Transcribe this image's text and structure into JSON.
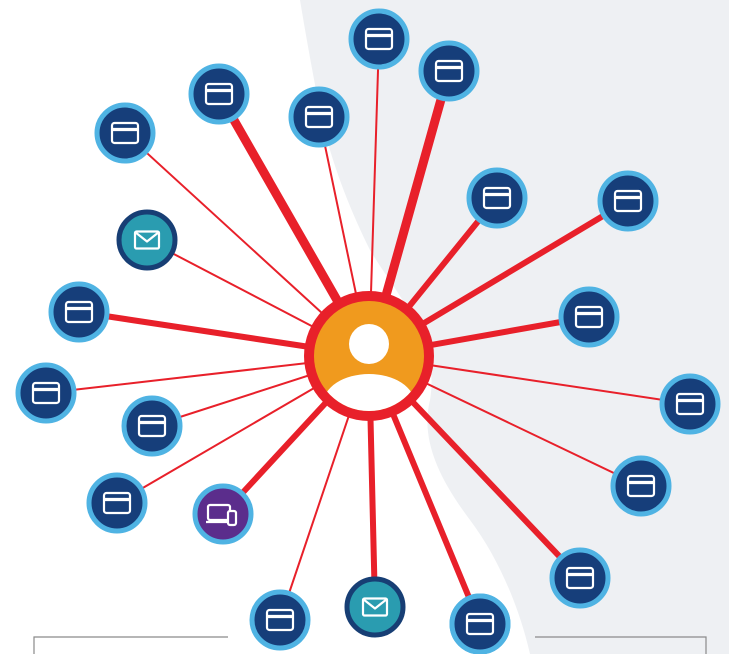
{
  "diagram": {
    "type": "hub-and-spoke network",
    "center": {
      "icon": "user-avatar-icon",
      "ring_color": "#e8202a",
      "fill_color": "#f09a1e"
    },
    "colors": {
      "link": "#e8202a",
      "card_node_fill": "#163e7a",
      "node_ring": "#4fb3e3",
      "email_node_fill": "#2a9cb0",
      "email_node_ring": "#173e74",
      "device_node_fill": "#5b2d8c",
      "device_node_ring": "#4fb3e3",
      "map_background": "#eef0f3",
      "frame_line": "#8a8a8a"
    },
    "nodes": [
      {
        "icon": "credit-card-icon",
        "strength": "thin"
      },
      {
        "icon": "credit-card-icon",
        "strength": "thick"
      },
      {
        "icon": "credit-card-icon",
        "strength": "thick"
      },
      {
        "icon": "credit-card-icon",
        "strength": "thin"
      },
      {
        "icon": "credit-card-icon",
        "strength": "thin"
      },
      {
        "icon": "credit-card-icon",
        "strength": "medium"
      },
      {
        "icon": "credit-card-icon",
        "strength": "medium"
      },
      {
        "icon": "email-icon",
        "strength": "thin"
      },
      {
        "icon": "credit-card-icon",
        "strength": "medium"
      },
      {
        "icon": "credit-card-icon",
        "strength": "medium"
      },
      {
        "icon": "credit-card-icon",
        "strength": "thin"
      },
      {
        "icon": "credit-card-icon",
        "strength": "thin"
      },
      {
        "icon": "credit-card-icon",
        "strength": "thin"
      },
      {
        "icon": "credit-card-icon",
        "strength": "thin"
      },
      {
        "icon": "device-icon",
        "strength": "medium"
      },
      {
        "icon": "credit-card-icon",
        "strength": "thin"
      },
      {
        "icon": "credit-card-icon",
        "strength": "thin"
      },
      {
        "icon": "credit-card-icon",
        "strength": "medium"
      },
      {
        "icon": "email-icon",
        "strength": "medium"
      },
      {
        "icon": "credit-card-icon",
        "strength": "thin"
      },
      {
        "icon": "credit-card-icon",
        "strength": "medium"
      }
    ]
  }
}
